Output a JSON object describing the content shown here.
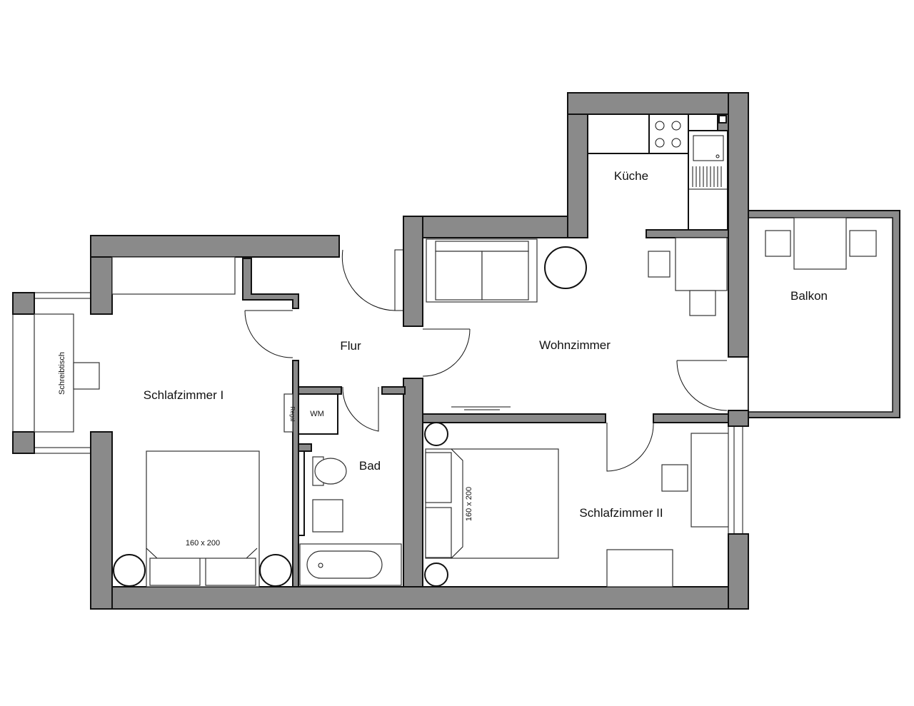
{
  "rooms": {
    "kitchen": "Küche",
    "balcony": "Balkon",
    "living": "Wohnzimmer",
    "hall": "Flur",
    "bedroom1": "Schlafzimmer I",
    "bedroom2": "Schlafzimmer II",
    "bath": "Bad"
  },
  "fixtures": {
    "washing_machine": "WM",
    "shelf": "Regal",
    "desk": "Schreibtisch",
    "bed1_size": "160 x 200",
    "bed2_size": "160 x 200"
  },
  "colors": {
    "wall": "#8a8a8a",
    "line": "#111111"
  }
}
